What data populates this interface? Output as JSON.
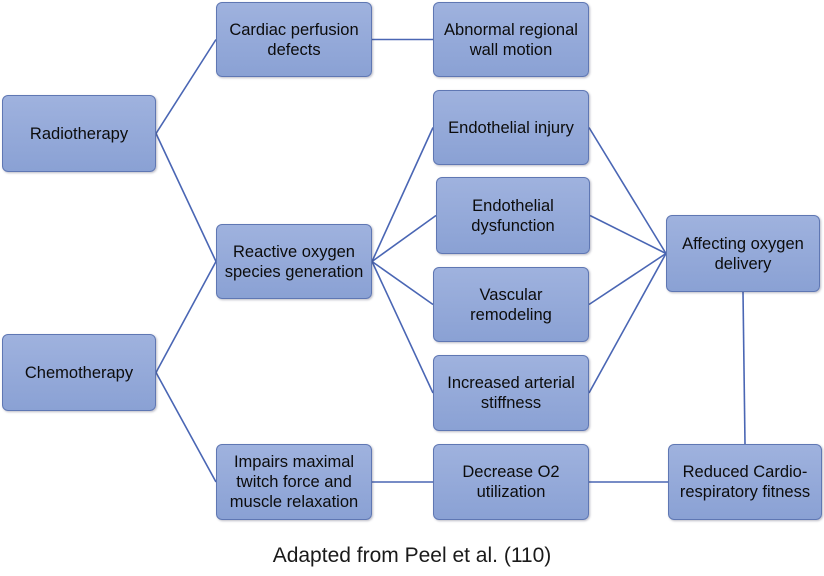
{
  "diagram": {
    "line_color": "#4a66b4",
    "nodes": {
      "radiotherapy": "Radiotherapy",
      "chemotherapy": "Chemotherapy",
      "cardiac_perfusion": "Cardiac perfusion\ndefects",
      "ros_generation": "Reactive oxygen\nspecies generation",
      "impairs_twitch": "Impairs maximal\ntwitch force and\nmuscle relaxation",
      "wall_motion": "Abnormal regional\nwall motion",
      "endothelial_injury": "Endothelial injury",
      "endothelial_dysfunction": "Endothelial\ndysfunction",
      "vascular_remodeling": "Vascular\nremodeling",
      "arterial_stiffness": "Increased arterial\nstiffness",
      "decrease_o2": "Decrease O2\nutilization",
      "oxygen_delivery": "Affecting oxygen\ndelivery",
      "reduced_fitness": "Reduced Cardio-\nrespiratory fitness"
    },
    "edges": [
      [
        "radiotherapy",
        "cardiac_perfusion"
      ],
      [
        "radiotherapy",
        "ros_generation"
      ],
      [
        "chemotherapy",
        "ros_generation"
      ],
      [
        "chemotherapy",
        "impairs_twitch"
      ],
      [
        "cardiac_perfusion",
        "wall_motion"
      ],
      [
        "ros_generation",
        "endothelial_injury"
      ],
      [
        "ros_generation",
        "endothelial_dysfunction"
      ],
      [
        "ros_generation",
        "vascular_remodeling"
      ],
      [
        "ros_generation",
        "arterial_stiffness"
      ],
      [
        "endothelial_injury",
        "oxygen_delivery"
      ],
      [
        "endothelial_dysfunction",
        "oxygen_delivery"
      ],
      [
        "vascular_remodeling",
        "oxygen_delivery"
      ],
      [
        "arterial_stiffness",
        "oxygen_delivery"
      ],
      [
        "oxygen_delivery",
        "reduced_fitness"
      ],
      [
        "impairs_twitch",
        "decrease_o2"
      ],
      [
        "decrease_o2",
        "reduced_fitness"
      ]
    ]
  },
  "caption": "Adapted from Peel et al. (110)"
}
